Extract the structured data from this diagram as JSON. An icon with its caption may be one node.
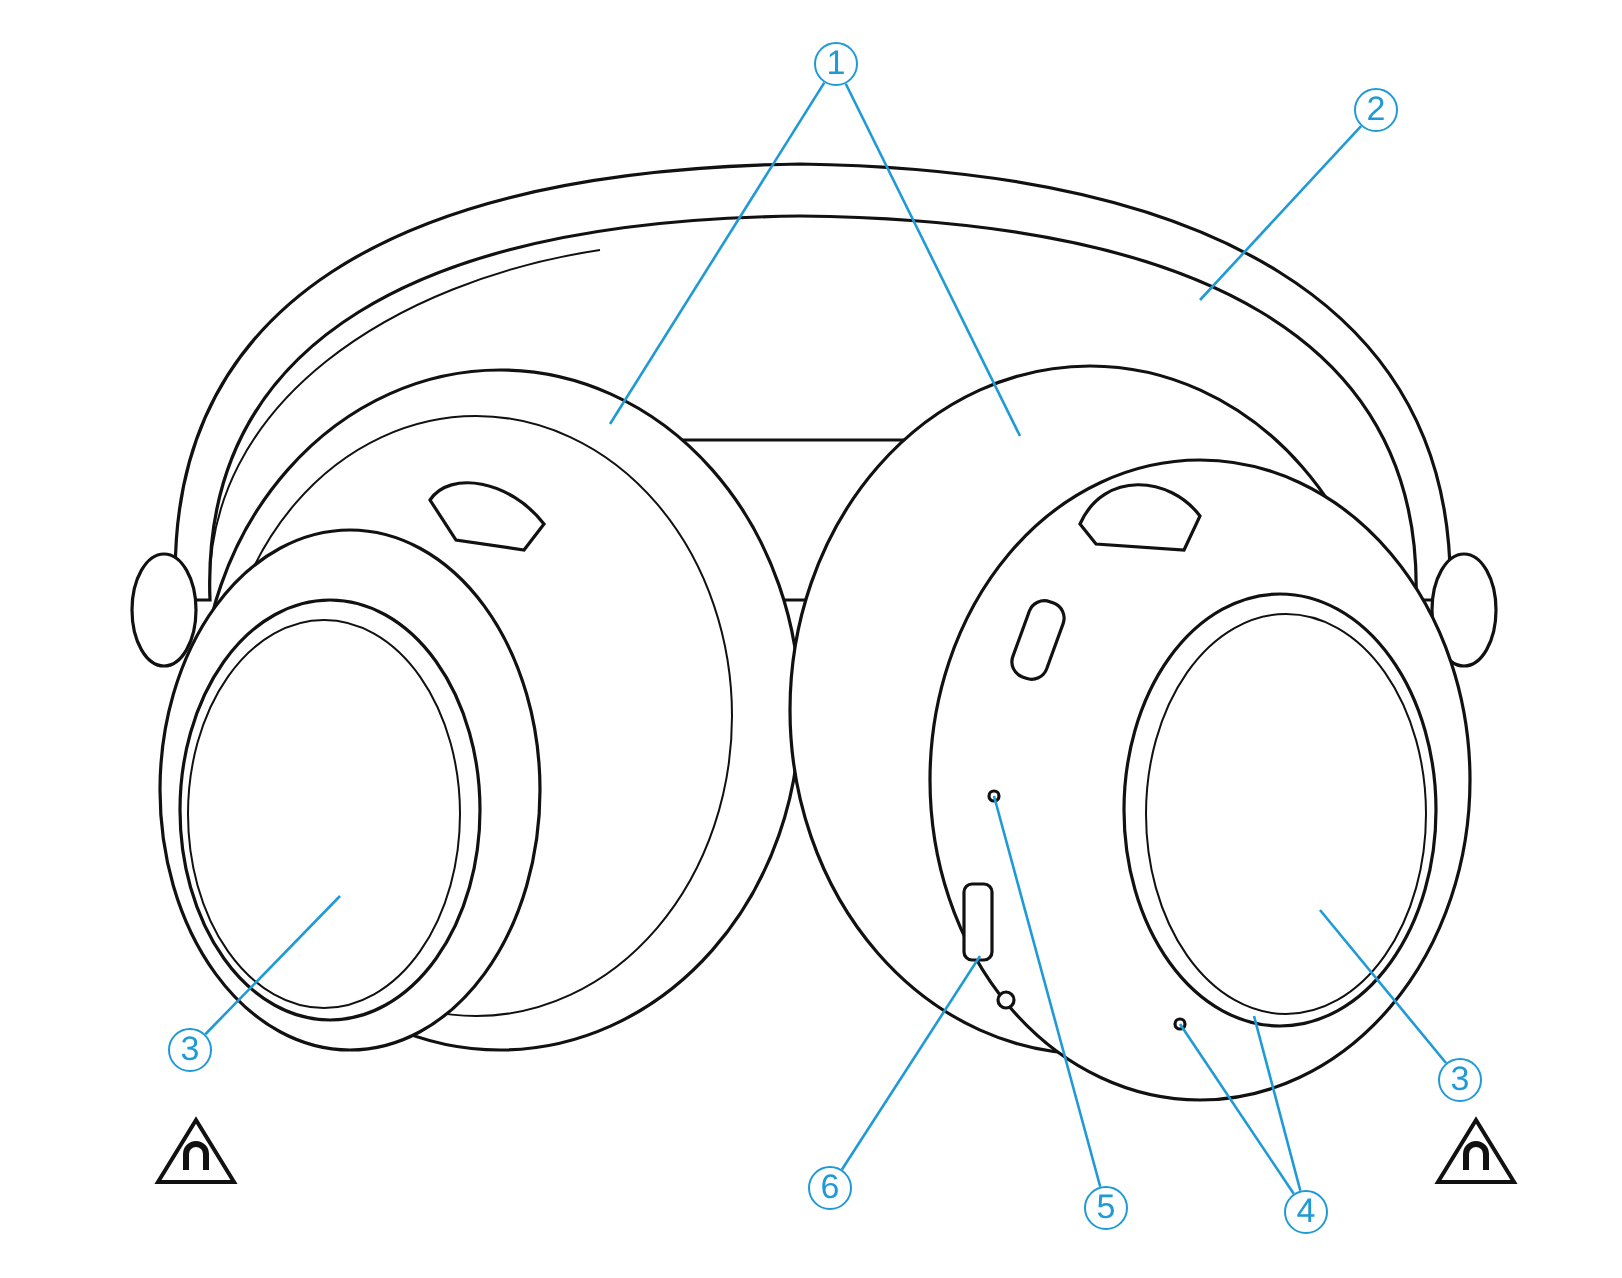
{
  "diagram": {
    "nodes": [
      {
        "text": [
          "1"
        ]
      },
      {
        "text": [
          "2"
        ]
      },
      {
        "text": [
          "3"
        ]
      },
      {
        "text": [
          "3"
        ]
      },
      {
        "text": [
          "4"
        ]
      },
      {
        "text": [
          "5"
        ]
      },
      {
        "text": [
          "6"
        ]
      }
    ],
    "edges": [
      {
        "from": 0,
        "to": null,
        "arrow": "none"
      },
      {
        "from": 0,
        "to": null,
        "arrow": "none"
      },
      {
        "from": 1,
        "to": null,
        "arrow": "none"
      },
      {
        "from": 2,
        "to": null,
        "arrow": "none"
      },
      {
        "from": 3,
        "to": null,
        "arrow": "none"
      },
      {
        "from": 4,
        "to": null,
        "arrow": "none"
      },
      {
        "from": 4,
        "to": null,
        "arrow": "none"
      },
      {
        "from": 5,
        "to": null,
        "arrow": "none"
      },
      {
        "from": 6,
        "to": null,
        "arrow": "none"
      }
    ]
  }
}
